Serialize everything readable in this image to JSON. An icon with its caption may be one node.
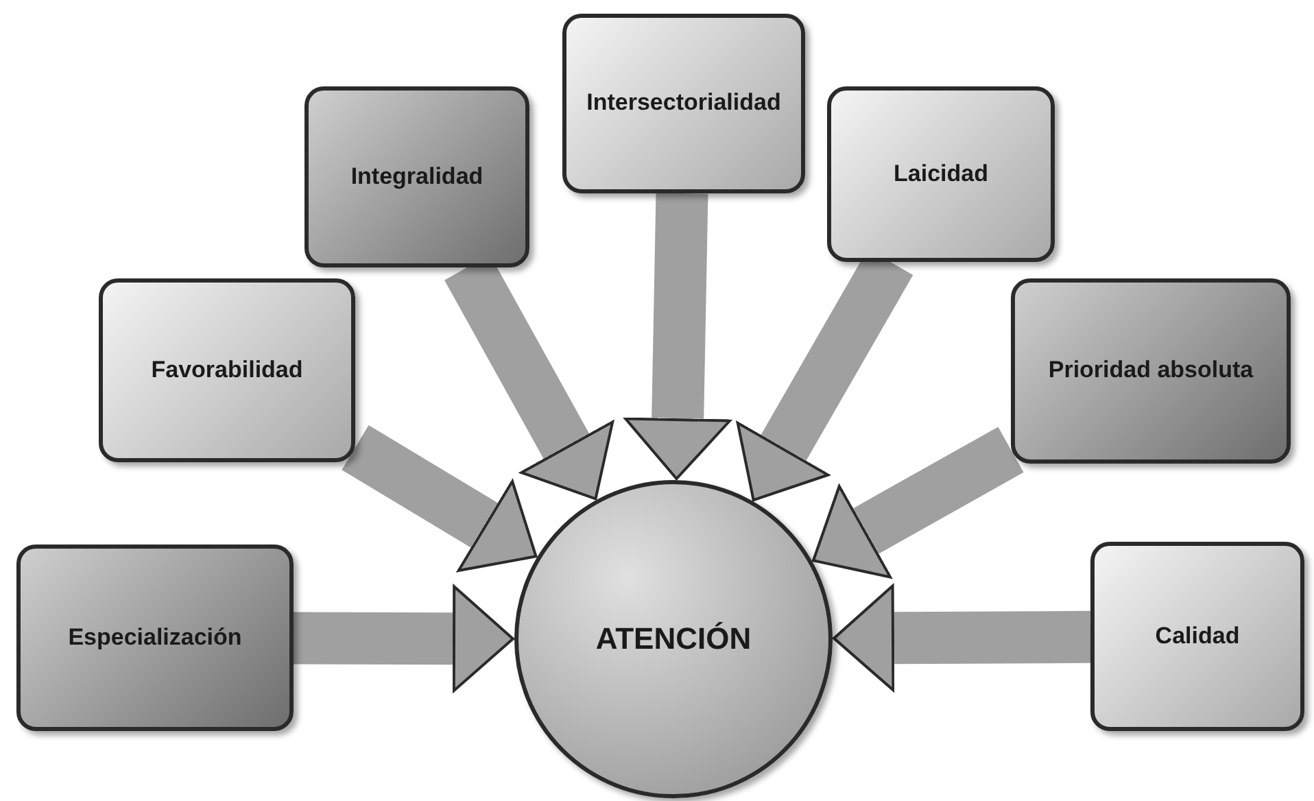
{
  "diagram": {
    "nodes": [
      {
        "text": [
          "ATENCIÓN"
        ]
      },
      {
        "text": [
          "Especialización"
        ]
      },
      {
        "text": [
          "Favorabilidad"
        ]
      },
      {
        "text": [
          "Integralidad"
        ]
      },
      {
        "text": [
          "Intersectorialidad"
        ]
      },
      {
        "text": [
          "Laicidad"
        ]
      },
      {
        "text": [
          "Prioridad absoluta"
        ]
      },
      {
        "text": [
          "Calidad"
        ]
      }
    ],
    "edges": [
      {
        "from": 1,
        "to": 0,
        "arrow": "to"
      },
      {
        "from": 2,
        "to": 0,
        "arrow": "to"
      },
      {
        "from": 3,
        "to": 0,
        "arrow": "to"
      },
      {
        "from": 4,
        "to": 0,
        "arrow": "to"
      },
      {
        "from": 5,
        "to": 0,
        "arrow": "to"
      },
      {
        "from": 6,
        "to": 0,
        "arrow": "to"
      },
      {
        "from": 7,
        "to": 0,
        "arrow": "to"
      }
    ]
  }
}
